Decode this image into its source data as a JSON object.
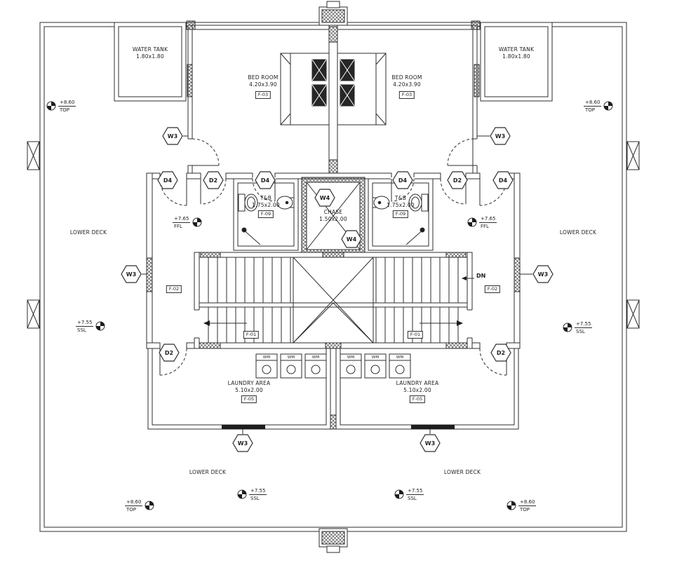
{
  "plan": {
    "water_tank": {
      "name": "WATER TANK",
      "size": "1.80x1.80"
    },
    "bedroom": {
      "name": "BED ROOM",
      "size": "4.20x3.90",
      "finish_tag": "F-03"
    },
    "toilet_bath": {
      "name": "T&B",
      "size": "1.75x2.00",
      "finish_tag": "F-09"
    },
    "chase": {
      "name": "CHASE",
      "size": "1.50x2.00"
    },
    "laundry": {
      "name": "LAUNDRY AREA",
      "size": "5.10x2.00",
      "finish_tag": "F-05"
    },
    "lower_deck": {
      "name": "LOWER DECK"
    },
    "stair": {
      "down": "DN",
      "floor_tag": "F-02",
      "landing_tag": "F-01"
    },
    "washing_machine": "WM"
  },
  "markers": {
    "w3": "W3",
    "w4": "W4",
    "d4": "D4",
    "d2": "D2"
  },
  "elevations": {
    "top": {
      "value": "+8.60",
      "label": "TOP"
    },
    "ffl": {
      "value": "+7.65",
      "label": "FFL"
    },
    "ssl": {
      "value": "+7.55",
      "label": "SSL"
    }
  },
  "colors": {
    "line": "#2e2e2e",
    "background": "#ffffff",
    "fill_dark": "#1d1d1d"
  }
}
